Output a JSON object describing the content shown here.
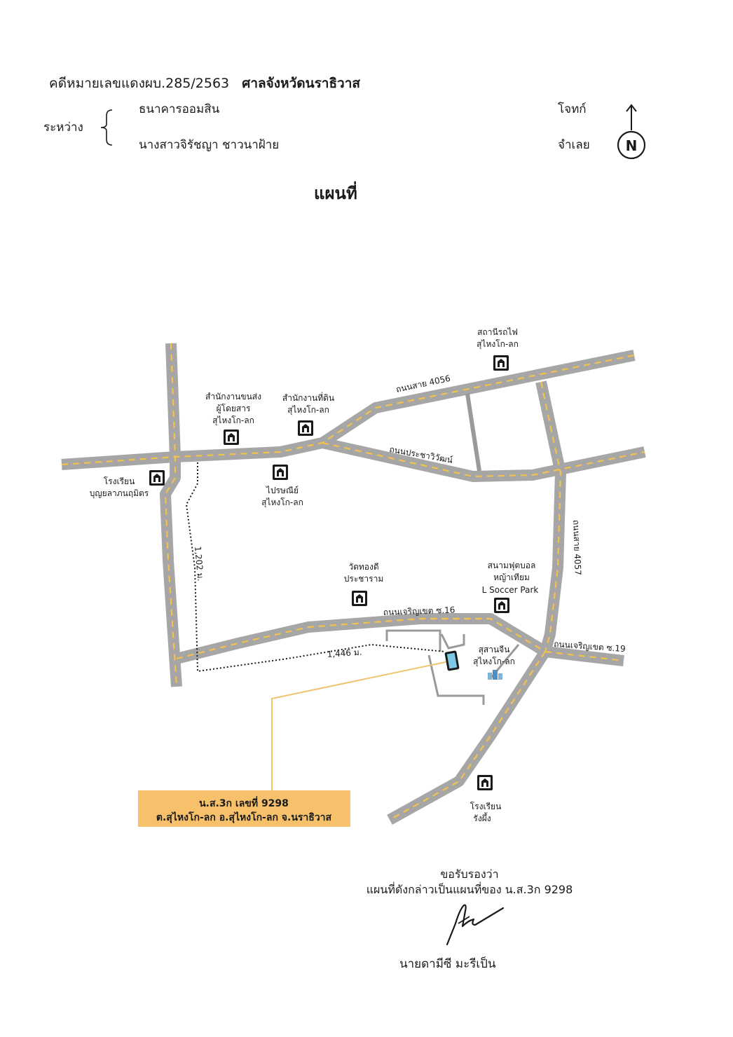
{
  "header": {
    "case_number": "คดีหมายเลขแดงผบ.285/2563",
    "court": "ศาลจังหวัดนราธิวาส",
    "between_label": "ระหว่าง",
    "plaintiff_name": "ธนาคารออมสิน",
    "plaintiff_role": "โจทก์",
    "defendant_name": "นางสาวจิรัชญา   ชาวนาฝ้าย",
    "defendant_role": "จำเลย",
    "north_label": "N"
  },
  "title": "แผนที่",
  "map": {
    "roads": {
      "road_4056": "ถนนสาย 4056",
      "road_prachawiwat": "ถนนประชาวิวัฒน์",
      "road_4057": "ถนนสาย 4057",
      "road_charoenkhet_16": "ถนนเจริญเขต ซ.16",
      "road_charoenkhet_19": "ถนนเจริญเขต ซ.19"
    },
    "distances": {
      "vertical": "1,202 ม.",
      "horizontal": "1,446 ม."
    },
    "landmarks": {
      "train_station": [
        "สถานีรถไฟ",
        "สุไหงโก-ลก"
      ],
      "transport_office": [
        "สำนักงานขนส่ง",
        "ผู้โดยสาร",
        "สุไหงโก-ลก"
      ],
      "land_office": [
        "สำนักงานที่ดิน",
        "สุไหงโก-ลก"
      ],
      "school_bunyalapha": [
        "โรงเรียน",
        "บุญยลาภนฤมิตร"
      ],
      "post_office": [
        "ไปรษณีย์",
        "สุไหงโก-ลก"
      ],
      "wat_thongdi": [
        "วัดทองดี",
        "ประชาราม"
      ],
      "soccer_field": [
        "สนามฟุตบอล",
        "หญ้าเทียม",
        "L Soccer Park"
      ],
      "chinese_cemetery": [
        "สุสานจีน",
        "สุไหงโก-ลก"
      ],
      "school_rangkhing": [
        "โรงเรียน",
        "รังผึ้ง"
      ]
    },
    "plot_label": {
      "line1": "น.ส.3ก เลขที่ 9298",
      "line2": "ต.สุไหงโก-ลก อ.สุไหงโก-ลก จ.นราธิวาส"
    },
    "colors": {
      "road": "#a6a6a6",
      "road_dash": "#f2c14e",
      "label_box": "#f6c16a",
      "leader_line": "#efc46e",
      "minor_road": "#9a9a9a"
    }
  },
  "certification": {
    "line1": "ขอรับรองว่า",
    "line2": "แผนที่ดังกล่าวเป็นแผนที่ของ น.ส.3ก  9298",
    "signer": "นายดามีซี    มะรีเป็น"
  }
}
